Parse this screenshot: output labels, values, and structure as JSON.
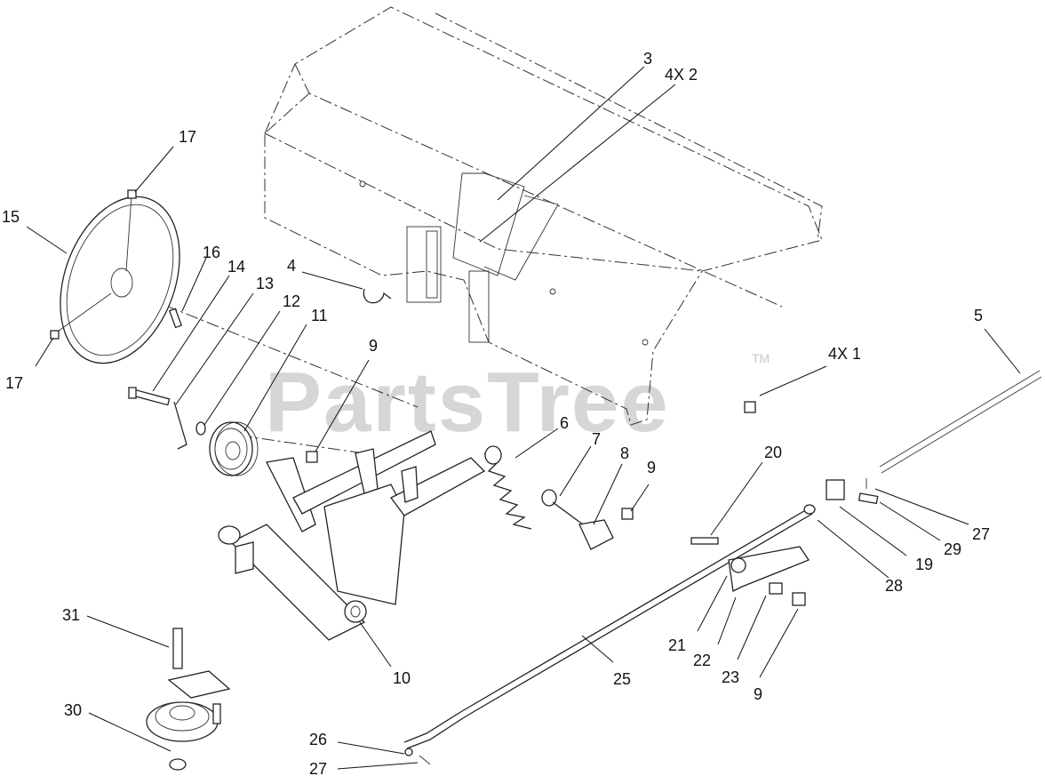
{
  "watermark": {
    "text": "PartsTree",
    "trademark": "TM"
  },
  "callouts": [
    {
      "id": "c3",
      "label": "3"
    },
    {
      "id": "c4x2",
      "label": "4X 2"
    },
    {
      "id": "c17a",
      "label": "17"
    },
    {
      "id": "c15",
      "label": "15"
    },
    {
      "id": "c16",
      "label": "16"
    },
    {
      "id": "c14",
      "label": "14"
    },
    {
      "id": "c13",
      "label": "13"
    },
    {
      "id": "c12",
      "label": "12"
    },
    {
      "id": "c11",
      "label": "11"
    },
    {
      "id": "c4",
      "label": "4"
    },
    {
      "id": "c9a",
      "label": "9"
    },
    {
      "id": "c17b",
      "label": "17"
    },
    {
      "id": "c5",
      "label": "5"
    },
    {
      "id": "c4x1",
      "label": "4X 1"
    },
    {
      "id": "c6",
      "label": "6"
    },
    {
      "id": "c7",
      "label": "7"
    },
    {
      "id": "c8",
      "label": "8"
    },
    {
      "id": "c9b",
      "label": "9"
    },
    {
      "id": "c20",
      "label": "20"
    },
    {
      "id": "c27a",
      "label": "27"
    },
    {
      "id": "c29",
      "label": "29"
    },
    {
      "id": "c19",
      "label": "19"
    },
    {
      "id": "c28",
      "label": "28"
    },
    {
      "id": "c31",
      "label": "31"
    },
    {
      "id": "c10",
      "label": "10"
    },
    {
      "id": "c25",
      "label": "25"
    },
    {
      "id": "c21",
      "label": "21"
    },
    {
      "id": "c22",
      "label": "22"
    },
    {
      "id": "c23",
      "label": "23"
    },
    {
      "id": "c9c",
      "label": "9"
    },
    {
      "id": "c30",
      "label": "30"
    },
    {
      "id": "c26",
      "label": "26"
    },
    {
      "id": "c27b",
      "label": "27"
    }
  ]
}
